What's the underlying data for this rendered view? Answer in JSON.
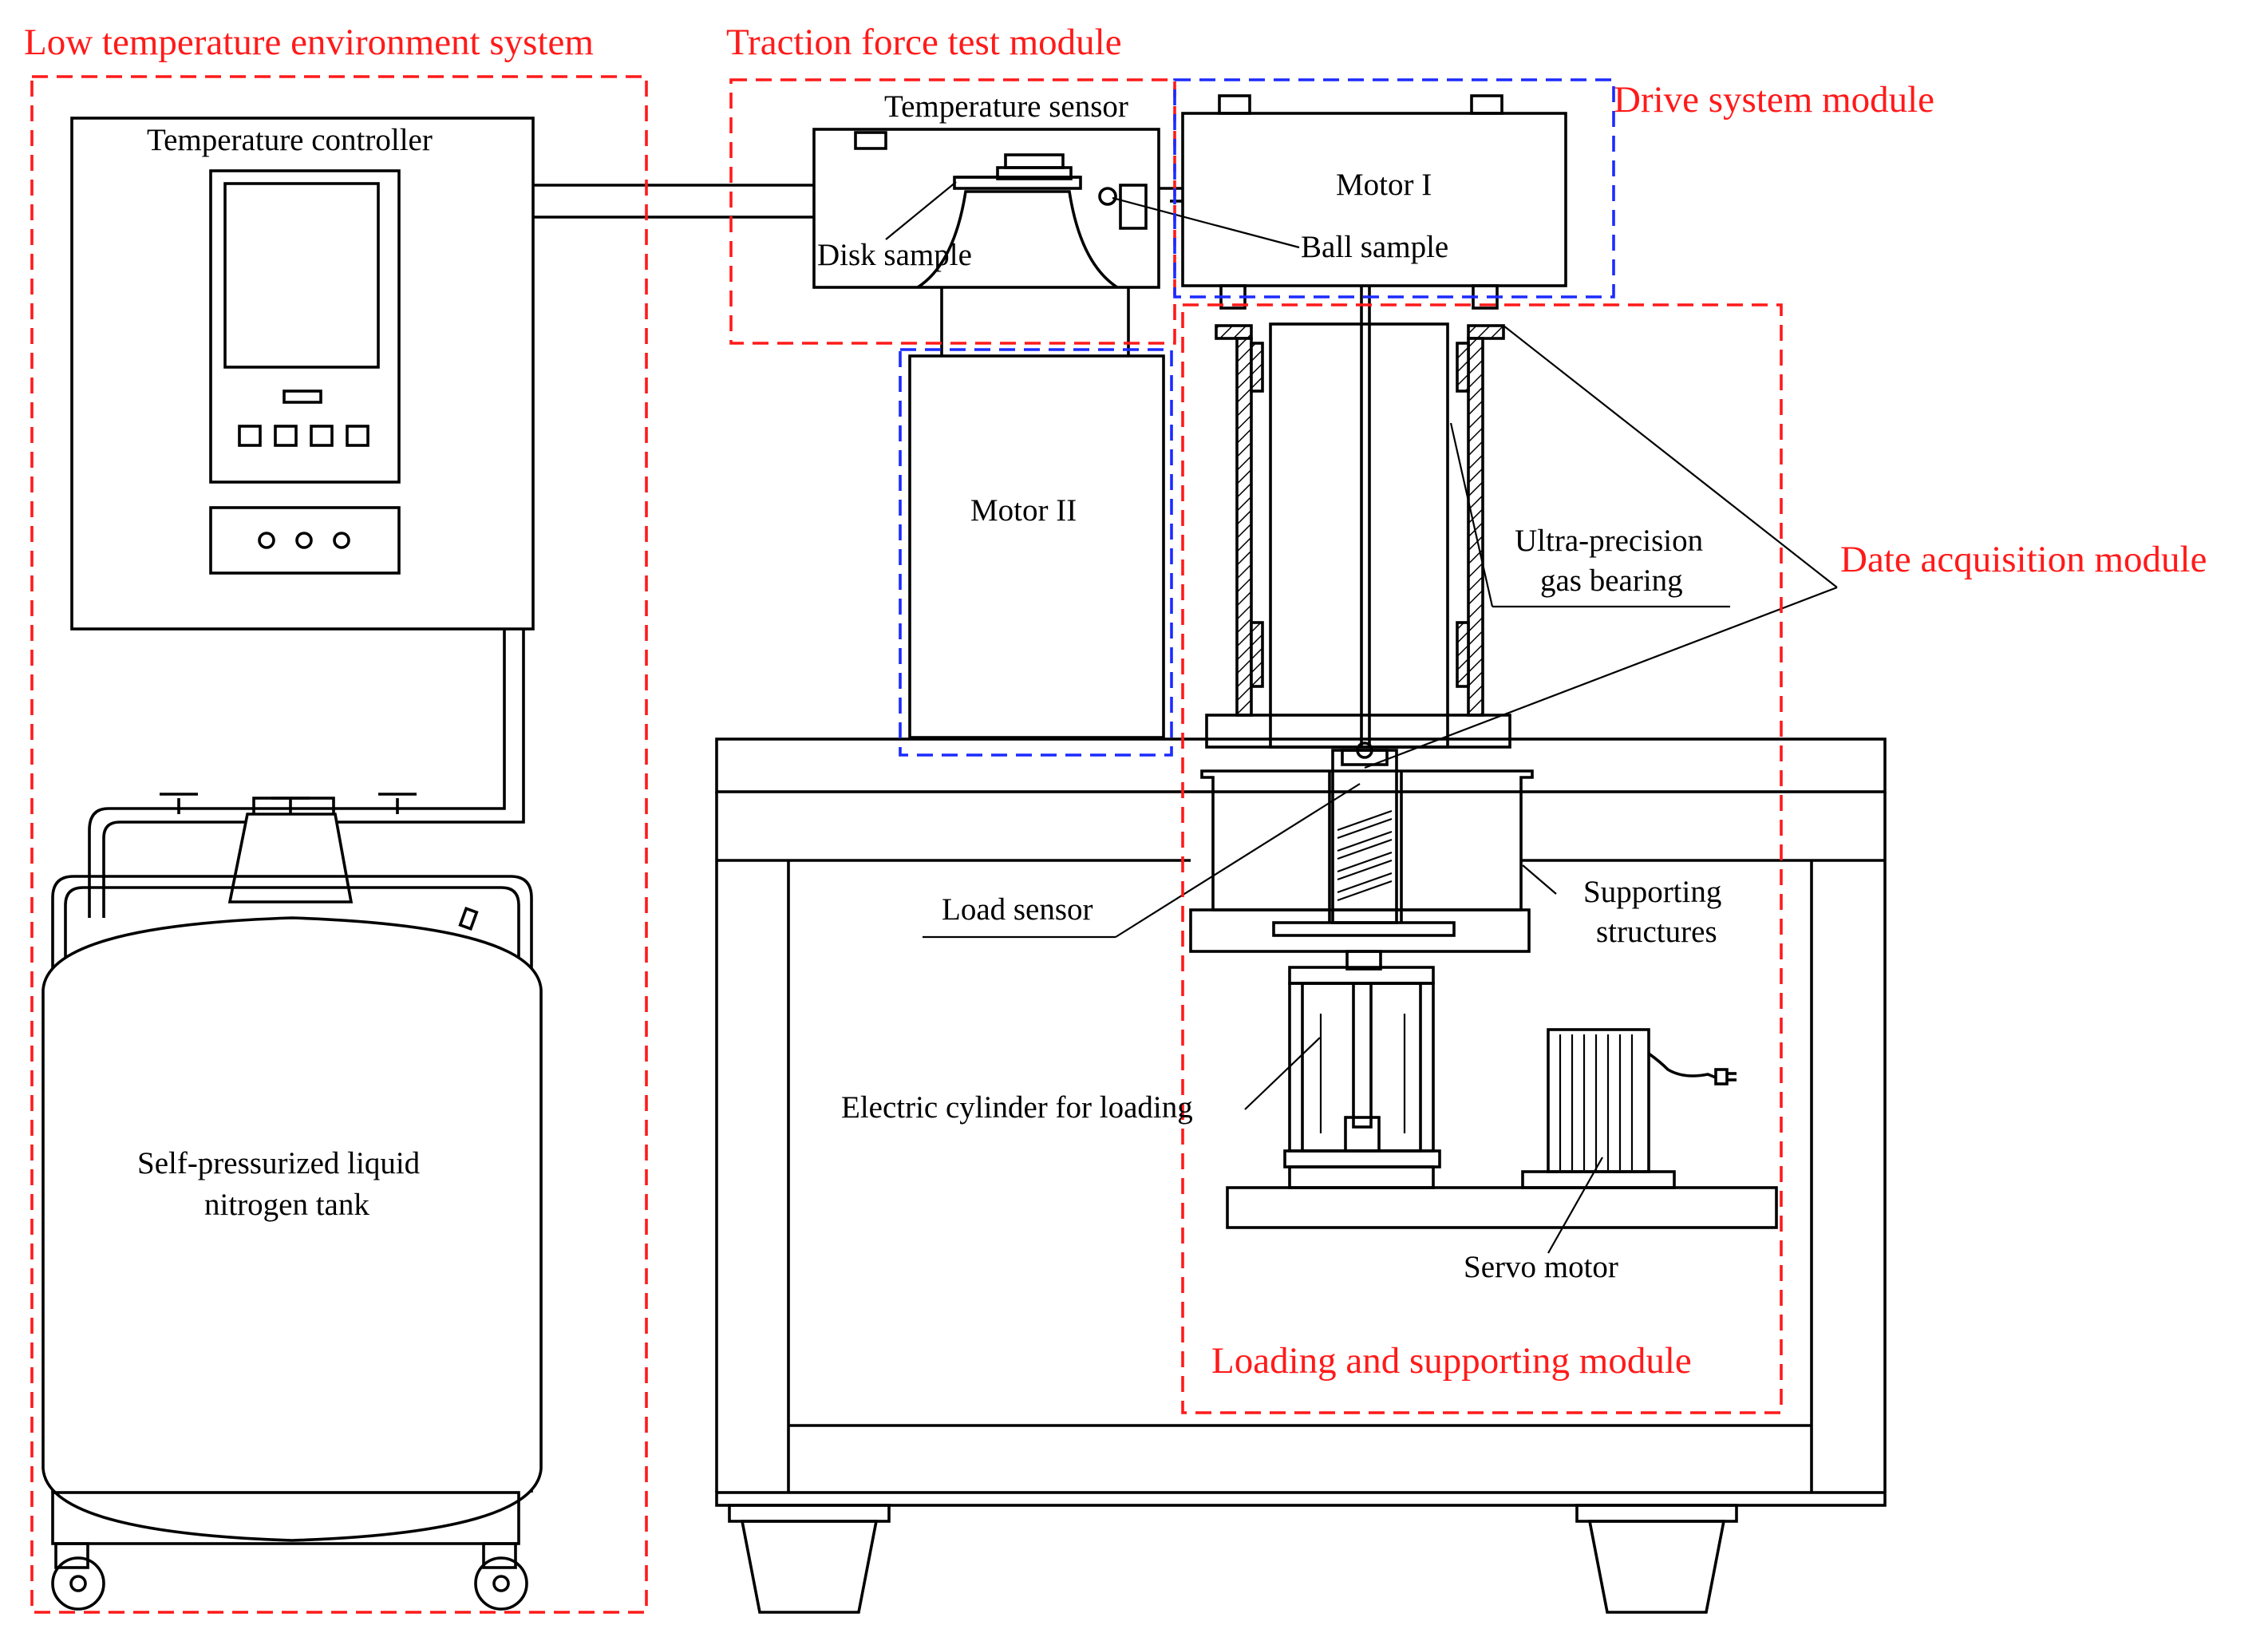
{
  "modules": {
    "low_temp": "Low temperature environment system",
    "traction": "Traction force test module",
    "drive": "Drive system module",
    "data_acq": "Date acquisition module",
    "loading": "Loading and supporting module"
  },
  "components": {
    "temp_controller": "Temperature controller",
    "temp_sensor": "Temperature sensor",
    "disk_sample": "Disk sample",
    "ball_sample": "Ball sample",
    "motor1": "Motor I",
    "motor2": "Motor II",
    "bearing_line1": "Ultra-precision",
    "bearing_line2": "gas bearing",
    "load_sensor": "Load sensor",
    "supporting_line1": "Supporting",
    "supporting_line2": "structures",
    "cylinder": "Electric cylinder for loading",
    "servo": "Servo motor",
    "tank_line1": "Self-pressurized liquid",
    "tank_line2": "nitrogen tank"
  },
  "colors": {
    "module_system_boundary": "#ff1a1a",
    "motor_boundary": "#1c2bff",
    "line": "#000000"
  }
}
